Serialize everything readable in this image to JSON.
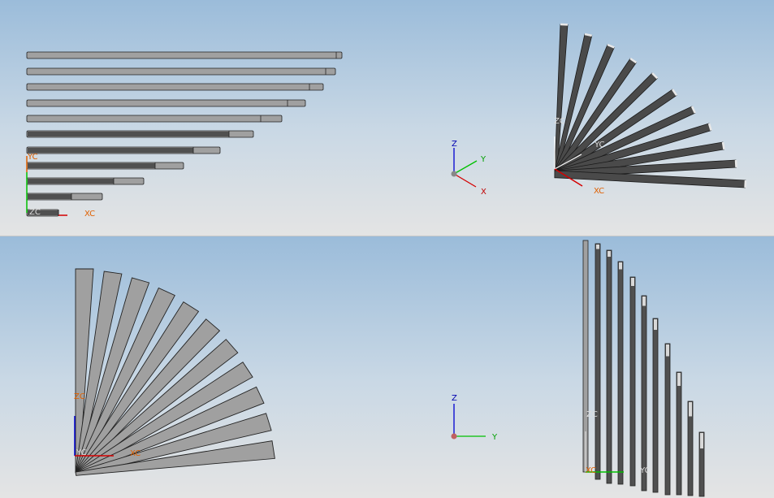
{
  "viewports": {
    "top": {
      "left_labels": {
        "yc": "YC",
        "xc": "XC",
        "zc": "ZC"
      },
      "triad": {
        "z": "Z",
        "y": "Y",
        "x": "X"
      },
      "right_labels": {
        "zc": "ZC",
        "yc": "YC",
        "xc": "XC"
      }
    },
    "bottom": {
      "left_labels": {
        "zc": "ZC",
        "yc": "YC",
        "xc": "XC"
      },
      "triad": {
        "z": "Z",
        "y": "Y"
      },
      "right_labels": {
        "zc": "ZC",
        "xc": "XC",
        "yc": "YC"
      }
    }
  },
  "colors": {
    "x_axis": "#d40000",
    "y_axis": "#00c000",
    "z_axis": "#0000d0",
    "wcs_label": "#e06000",
    "plate_light": "#a0a0a0",
    "plate_dark": "#505050",
    "edge": "#222222"
  }
}
